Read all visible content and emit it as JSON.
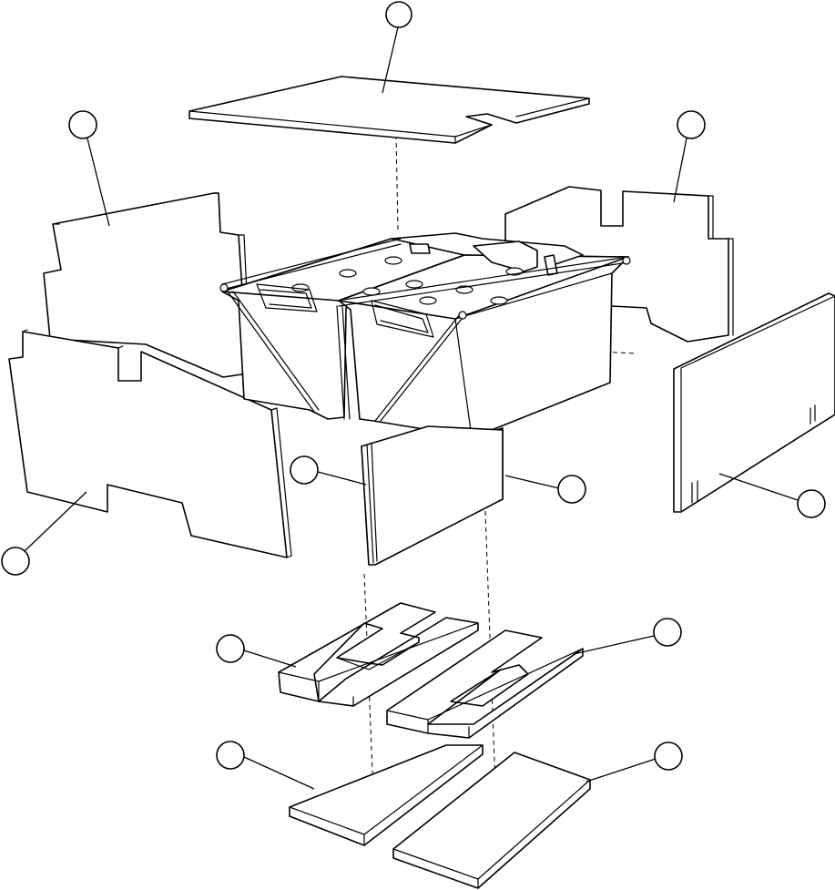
{
  "figure": {
    "kind": "exploded-assembly-line-drawing",
    "line_color": "#000000",
    "background_color": "#ffffff"
  },
  "callouts": [
    {
      "part": "top-cover-panel",
      "label": ""
    },
    {
      "part": "left-rear-panel",
      "label": ""
    },
    {
      "part": "right-rear-panel",
      "label": ""
    },
    {
      "part": "left-front-panel",
      "label": ""
    },
    {
      "part": "center-front-panel",
      "label": ""
    },
    {
      "part": "center-rear-panel",
      "label": ""
    },
    {
      "part": "right-end-panel",
      "label": ""
    },
    {
      "part": "left-slotted-spacer",
      "label": ""
    },
    {
      "part": "right-slotted-spacer",
      "label": ""
    },
    {
      "part": "left-bottom-plate",
      "label": ""
    },
    {
      "part": "right-bottom-plate",
      "label": ""
    }
  ]
}
